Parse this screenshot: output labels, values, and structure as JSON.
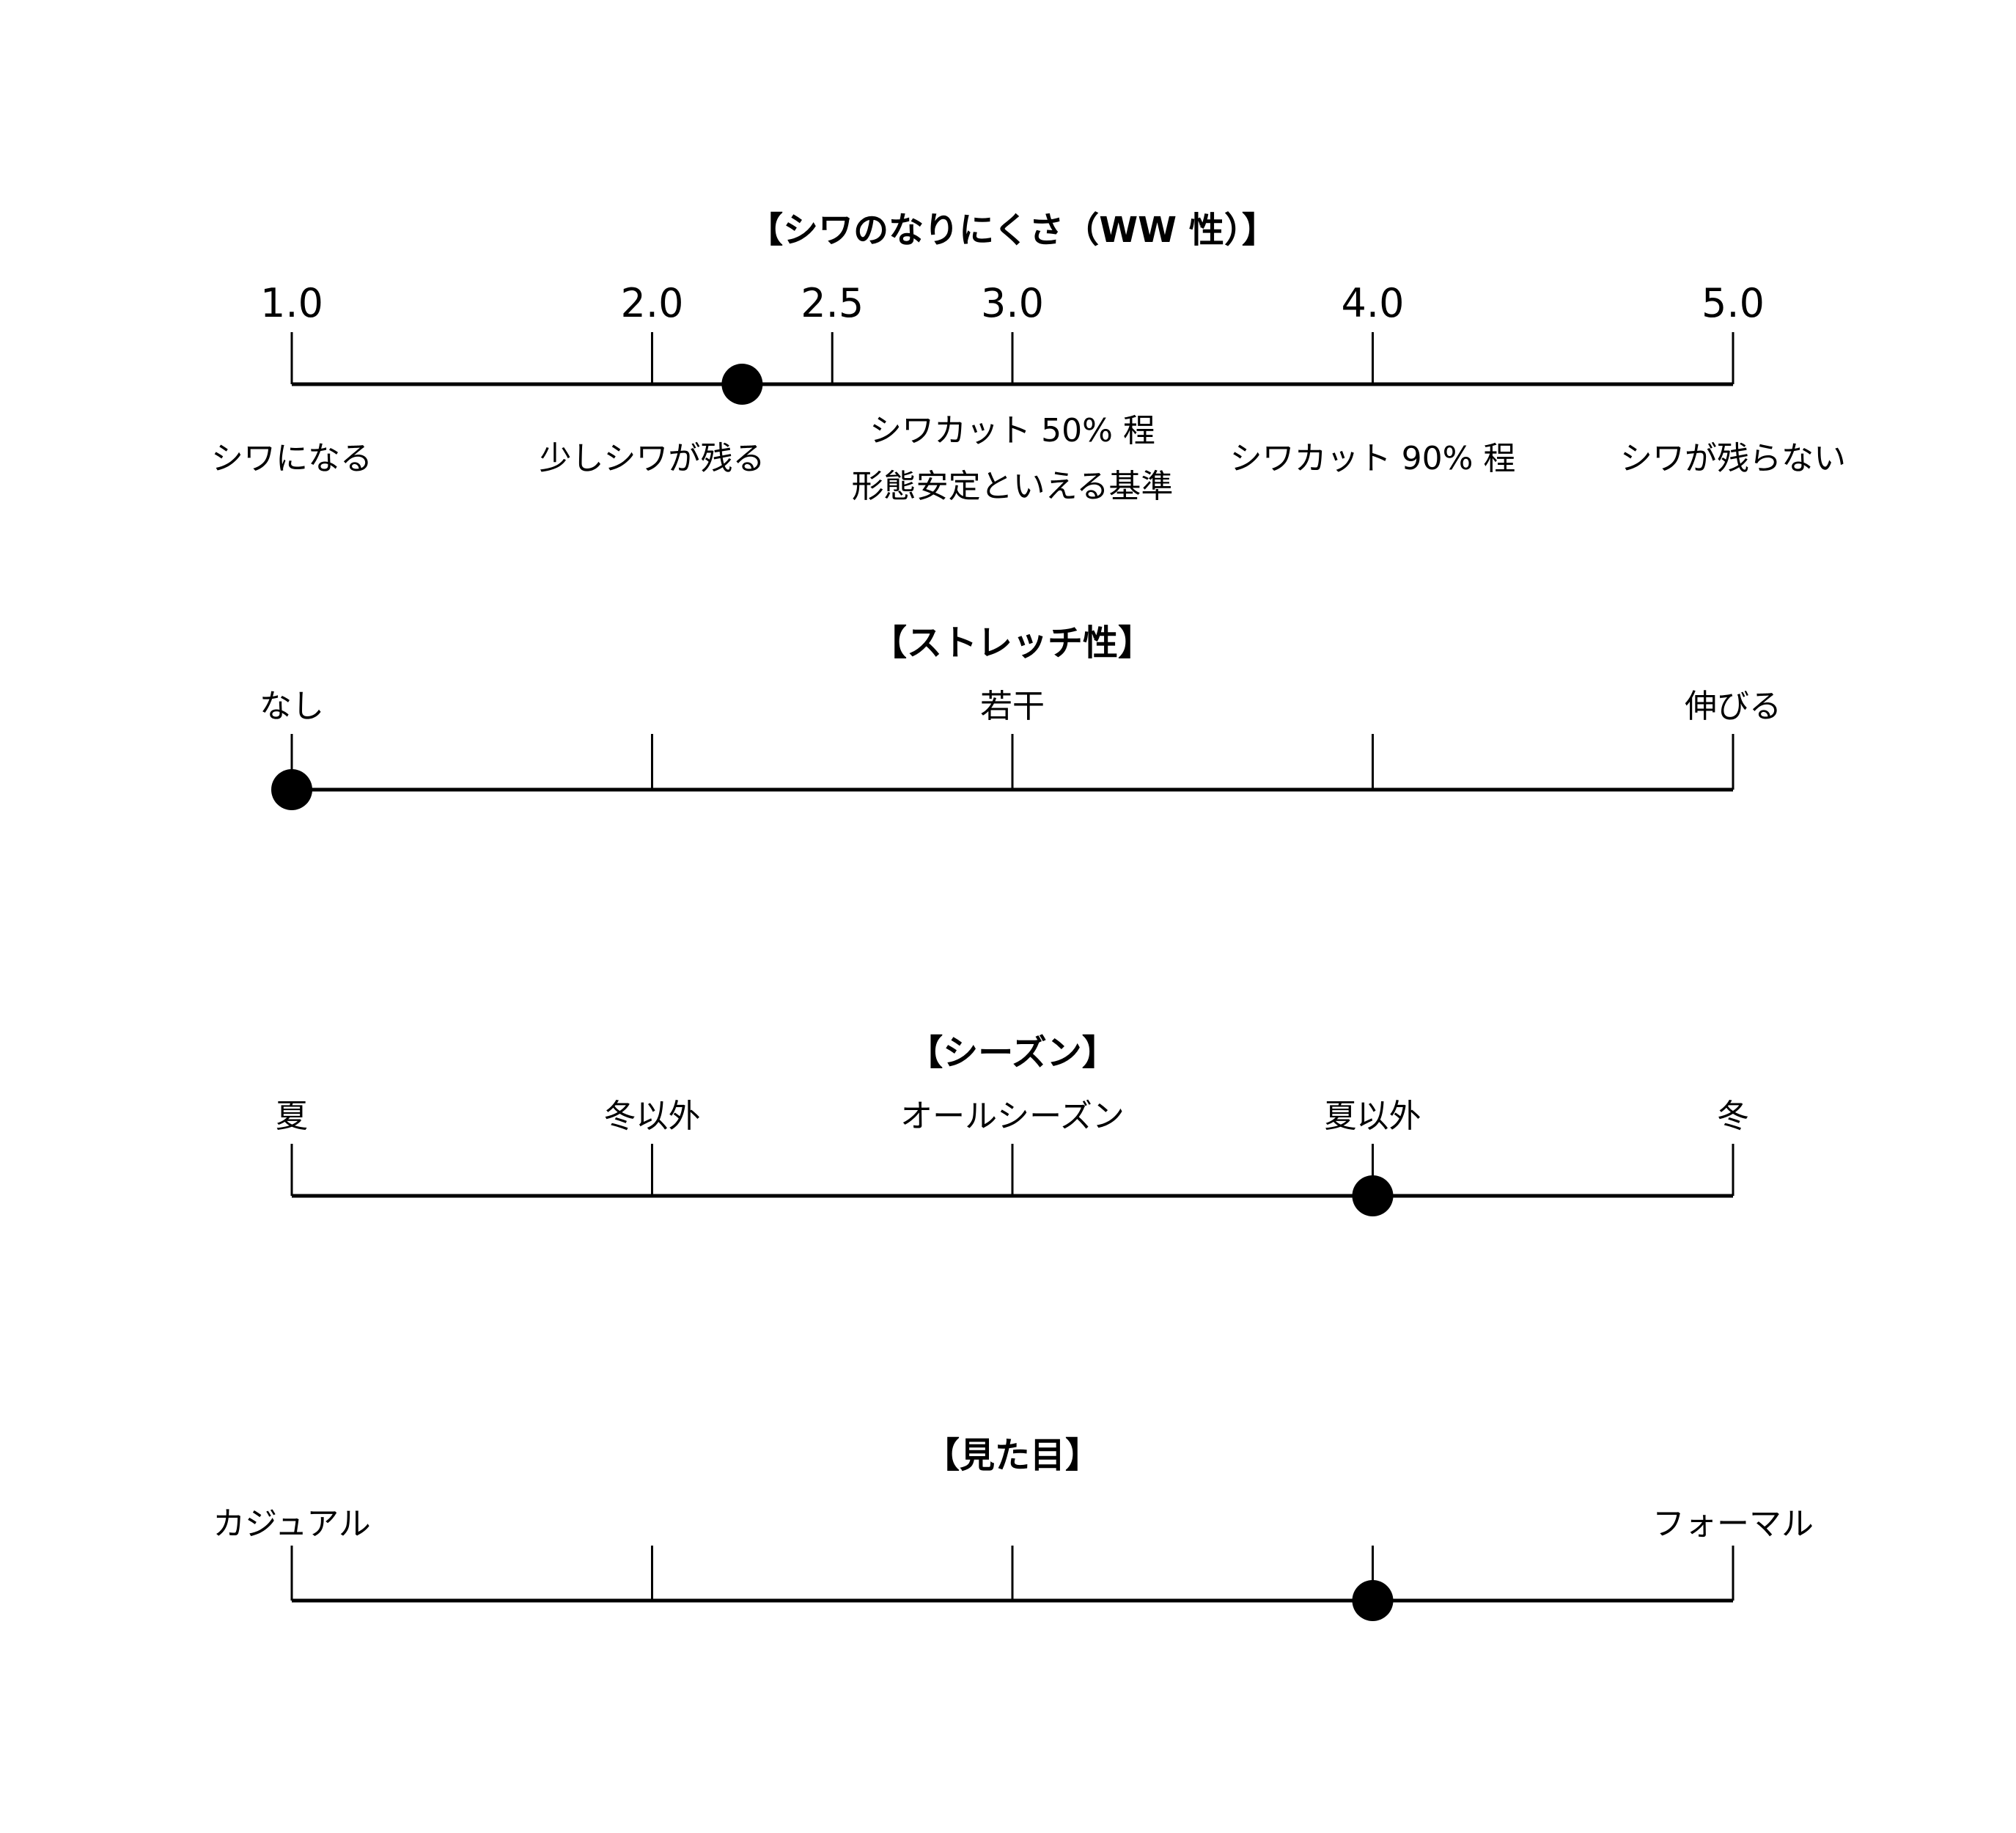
{
  "chart_data": [
    {
      "type": "scale",
      "title": "【シワのなりにくさ（WW 性）】",
      "ticks": [
        {
          "value": 1.0,
          "label": "1.0"
        },
        {
          "value": 2.0,
          "label": "2.0"
        },
        {
          "value": 2.5,
          "label": "2.5"
        },
        {
          "value": 3.0,
          "label": "3.0"
        },
        {
          "value": 4.0,
          "label": "4.0"
        },
        {
          "value": 5.0,
          "label": "5.0"
        }
      ],
      "range": [
        1.0,
        5.0
      ],
      "descriptions": [
        {
          "value": 1.0,
          "lines": [
            "シワになる"
          ]
        },
        {
          "value": 2.0,
          "lines": [
            "少しシワが残る"
          ]
        },
        {
          "value": 3.0,
          "lines": [
            "シワカット 50% 程",
            "形態安定といえる基準"
          ]
        },
        {
          "value": 4.0,
          "lines": [
            "シワカット 90% 程"
          ]
        },
        {
          "value": 5.0,
          "lines": [
            "シワが残らない"
          ]
        }
      ],
      "marker": 2.25
    },
    {
      "type": "scale",
      "title": "【ストレッチ性】",
      "range": [
        0,
        4
      ],
      "tick_positions": [
        0,
        1,
        2,
        3,
        4
      ],
      "labels": [
        {
          "pos": 0,
          "label": "なし"
        },
        {
          "pos": 2,
          "label": "若干"
        },
        {
          "pos": 4,
          "label": "伸びる"
        }
      ],
      "marker": 0
    },
    {
      "type": "scale",
      "title": "【シーズン】",
      "range": [
        0,
        4
      ],
      "tick_positions": [
        0,
        1,
        2,
        3,
        4
      ],
      "labels": [
        {
          "pos": 0,
          "label": "夏"
        },
        {
          "pos": 1,
          "label": "冬以外"
        },
        {
          "pos": 2,
          "label": "オールシーズン"
        },
        {
          "pos": 3,
          "label": "夏以外"
        },
        {
          "pos": 4,
          "label": "冬"
        }
      ],
      "marker": 3
    },
    {
      "type": "scale",
      "title": "【見た目】",
      "range": [
        0,
        4
      ],
      "tick_positions": [
        0,
        1,
        2,
        3,
        4
      ],
      "labels": [
        {
          "pos": 0,
          "label": "カジュアル"
        },
        {
          "pos": 4,
          "label": "フォーマル"
        }
      ],
      "marker": 3
    }
  ]
}
